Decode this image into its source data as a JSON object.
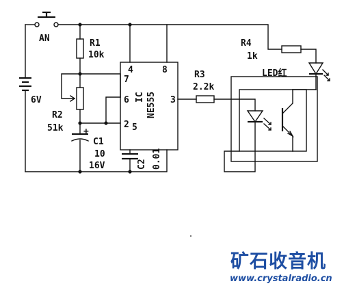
{
  "labels": {
    "switch": "AN",
    "battery": "6V",
    "r1_name": "R1",
    "r1_value": "10k",
    "r2_name": "R2",
    "r2_value": "51k",
    "c1_name": "C1",
    "c1_value": "10",
    "c1_voltage": "16V",
    "c1_polarity": "+",
    "ic_name": "IC",
    "ic_part": "NE555",
    "pin7": "7",
    "pin6": "6",
    "pin2": "2",
    "pin5": "5",
    "pin4": "4",
    "pin8": "8",
    "pin3": "3",
    "c2_name": "C2",
    "c2_value": "0.01",
    "r3_name": "R3",
    "r3_value": "2.2k",
    "r4_name": "R4",
    "r4_value": "1k",
    "led": "LED红"
  },
  "watermark": {
    "brand": "矿石收音机",
    "url": "www.crystalradio.cn"
  },
  "colors": {
    "line": "#111111",
    "watermark": "#1f4fa3"
  }
}
